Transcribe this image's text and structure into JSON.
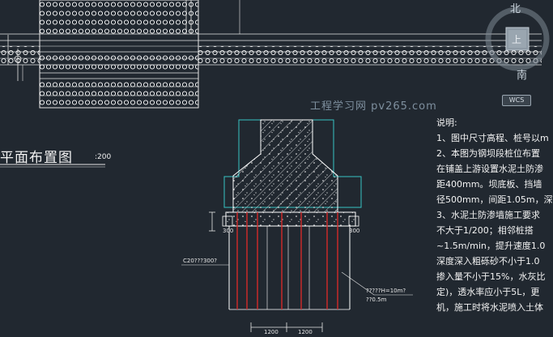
{
  "drawing": {
    "title": "平面布置图",
    "title_scale": ":200",
    "watermark": "工程学习网 pv265.com",
    "notes": [
      "说明:",
      "1、图中尺寸高程、桩号以m",
      "2、本图为钢坝段桩位布置",
      "在铺盖上游设置水泥土防渗",
      "距400mm。坝底板、挡墙",
      "径500mm，间距1.05m，深",
      "3、水泥土防渗墙施工要求",
      "不大于1/200；相邻桩搭",
      "~1.5m/min，提升速度1.0",
      "深度深入粗砾砂不小于1.0",
      "掺入量不小于15%，水灰比",
      "定)，透水率应小于5L，更",
      "机，施工时将水泥喷入土体"
    ],
    "dimensions": {
      "pile_label": "C20???300?",
      "depth_label_1": "?????H=10m?",
      "depth_label_2": "??0.5m",
      "side_left": "300",
      "side_right": "300",
      "bottom_1": "1200",
      "bottom_2": "1200"
    }
  },
  "viewcube": {
    "north": "北",
    "south": "南",
    "top_face": "上",
    "wcs": "WCS"
  },
  "colors": {
    "background": "#212830",
    "line_white": "#e6e6e6",
    "line_cyan": "#36c4c4",
    "pile_red": "#d42a2a"
  }
}
